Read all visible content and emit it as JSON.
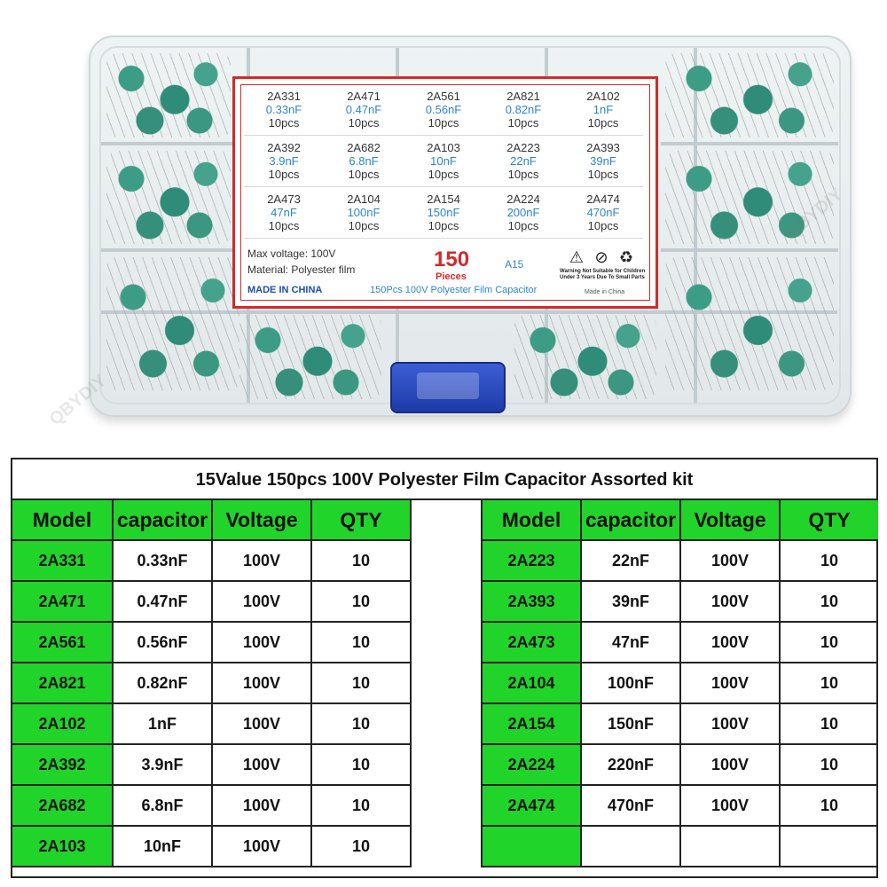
{
  "label": {
    "grid": [
      [
        {
          "code": "2A331",
          "value": "0.33nF",
          "qty": "10pcs"
        },
        {
          "code": "2A471",
          "value": "0.47nF",
          "qty": "10pcs"
        },
        {
          "code": "2A561",
          "value": "0.56nF",
          "qty": "10pcs"
        },
        {
          "code": "2A821",
          "value": "0.82nF",
          "qty": "10pcs"
        },
        {
          "code": "2A102",
          "value": "1nF",
          "qty": "10pcs"
        }
      ],
      [
        {
          "code": "2A392",
          "value": "3.9nF",
          "qty": "10pcs"
        },
        {
          "code": "2A682",
          "value": "6.8nF",
          "qty": "10pcs"
        },
        {
          "code": "2A103",
          "value": "10nF",
          "qty": "10pcs"
        },
        {
          "code": "2A223",
          "value": "22nF",
          "qty": "10pcs"
        },
        {
          "code": "2A393",
          "value": "39nF",
          "qty": "10pcs"
        }
      ],
      [
        {
          "code": "2A473",
          "value": "47nF",
          "qty": "10pcs"
        },
        {
          "code": "2A104",
          "value": "100nF",
          "qty": "10pcs"
        },
        {
          "code": "2A154",
          "value": "150nF",
          "qty": "10pcs"
        },
        {
          "code": "2A224",
          "value": "200nF",
          "qty": "10pcs"
        },
        {
          "code": "2A474",
          "value": "470nF",
          "qty": "10pcs"
        }
      ]
    ],
    "max_voltage": "Max voltage: 100V",
    "material": "Material: Polyester film",
    "count": "150",
    "count_unit": "Pieces",
    "model_code": "A15",
    "made_in": "MADE IN CHINA",
    "caption": "150Pcs 100V Polyester Film Capacitor",
    "warning_text": "Warning  Not Suitable for Children Under 3 Years  Due To Small Parts",
    "made_in_small": "Made in China"
  },
  "watermark": "QBYDIY",
  "table": {
    "title": "15Value 150pcs 100V Polyester Film Capacitor Assorted kit",
    "headers": [
      "Model",
      "capacitor",
      "Voltage",
      "QTY"
    ],
    "left_rows": [
      [
        "2A331",
        "0.33nF",
        "100V",
        "10"
      ],
      [
        "2A471",
        "0.47nF",
        "100V",
        "10"
      ],
      [
        "2A561",
        "0.56nF",
        "100V",
        "10"
      ],
      [
        "2A821",
        "0.82nF",
        "100V",
        "10"
      ],
      [
        "2A102",
        "1nF",
        "100V",
        "10"
      ],
      [
        "2A392",
        "3.9nF",
        "100V",
        "10"
      ],
      [
        "2A682",
        "6.8nF",
        "100V",
        "10"
      ],
      [
        "2A103",
        "10nF",
        "100V",
        "10"
      ]
    ],
    "right_rows": [
      [
        "2A223",
        "22nF",
        "100V",
        "10"
      ],
      [
        "2A393",
        "39nF",
        "100V",
        "10"
      ],
      [
        "2A473",
        "47nF",
        "100V",
        "10"
      ],
      [
        "2A104",
        "100nF",
        "100V",
        "10"
      ],
      [
        "2A154",
        "150nF",
        "100V",
        "10"
      ],
      [
        "2A224",
        "220nF",
        "100V",
        "10"
      ],
      [
        "2A474",
        "470nF",
        "100V",
        "10"
      ],
      [
        "",
        "",
        "",
        ""
      ]
    ]
  }
}
